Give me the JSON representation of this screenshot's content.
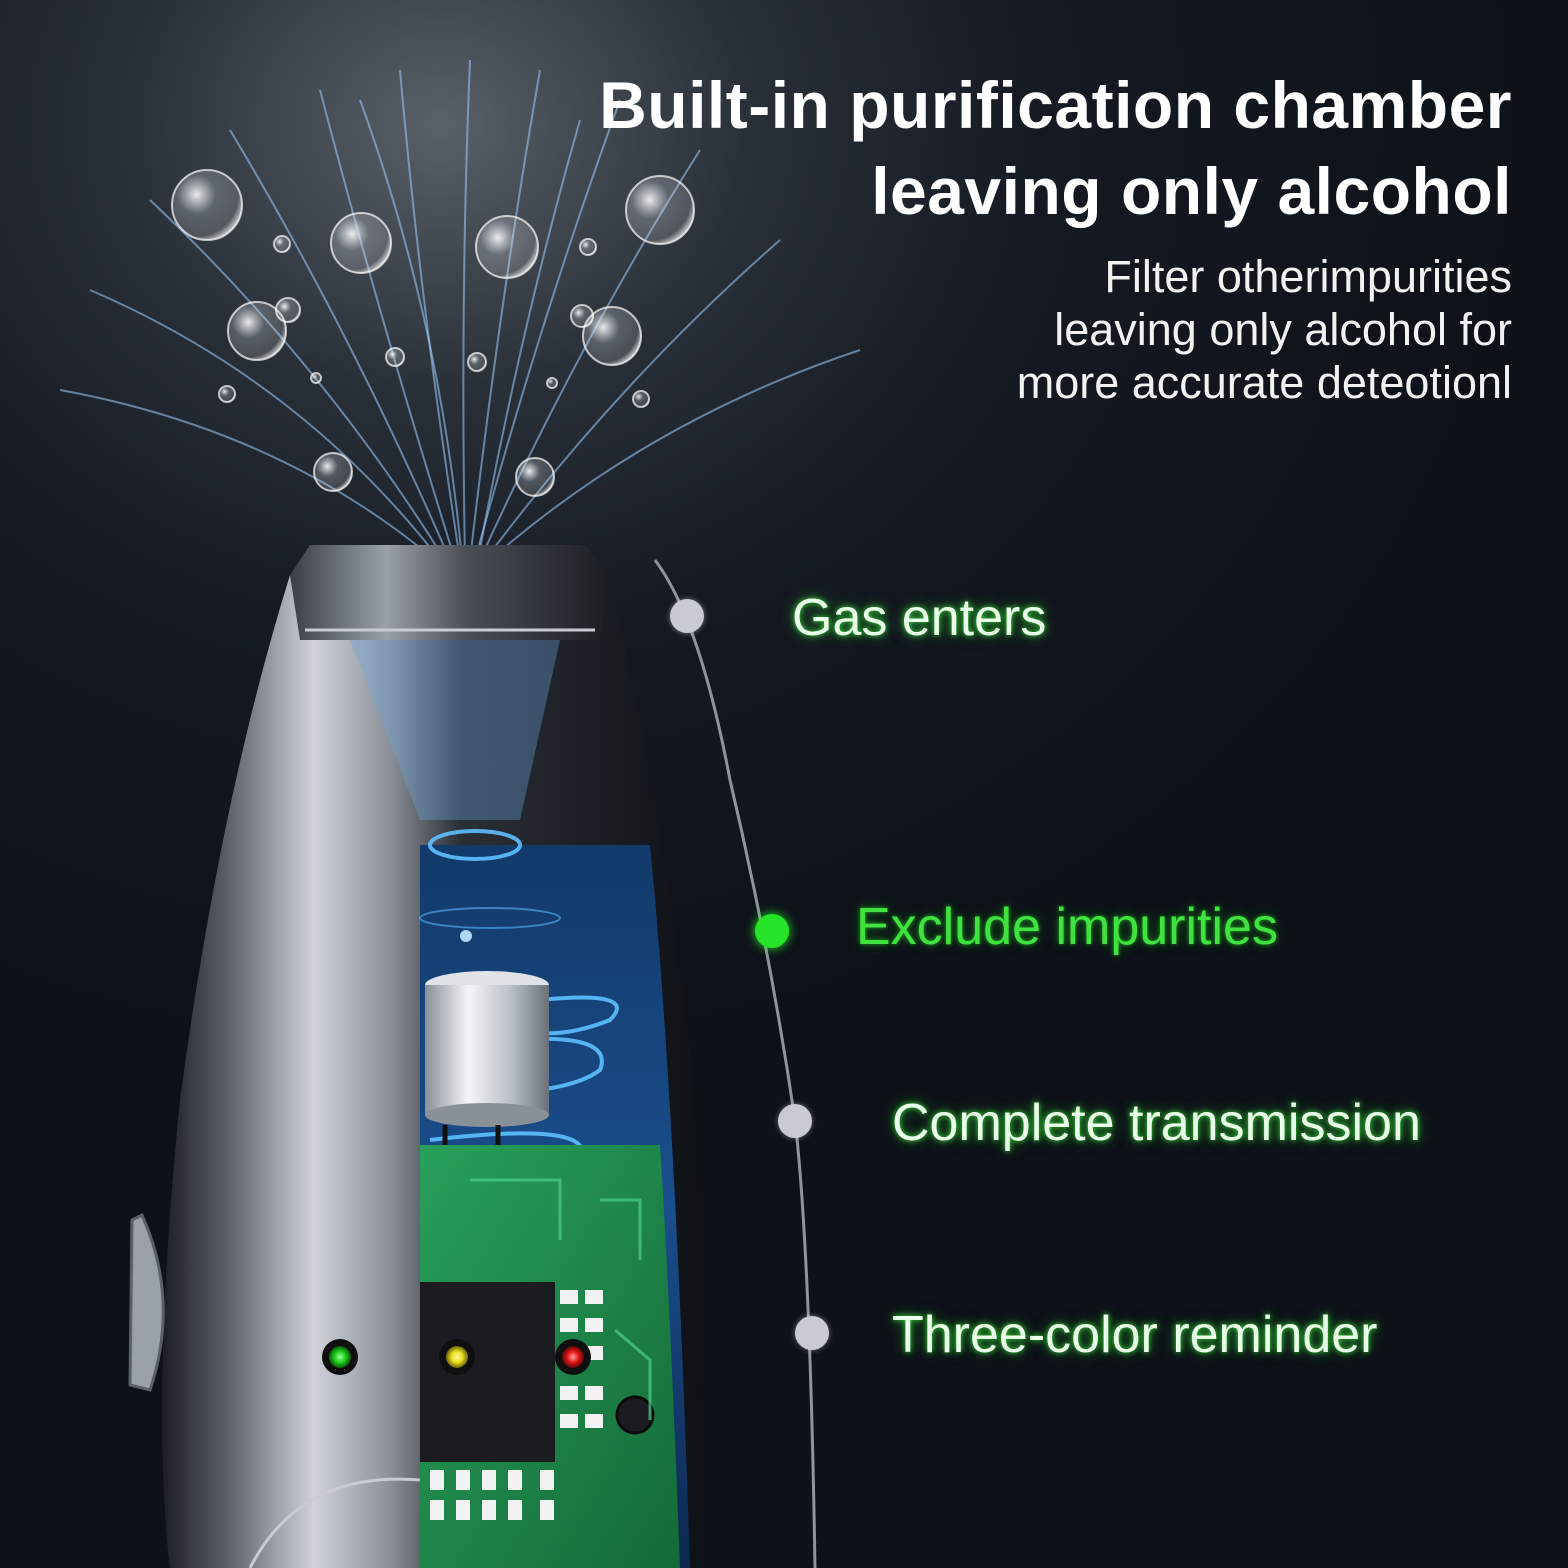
{
  "headline": {
    "line1": "Built-in purification chamber",
    "line2": "leaving only alcohol"
  },
  "subtext": {
    "line1": "Filter otherimpurities",
    "line2": "leaving only alcohol for",
    "line3": "more accurate deteotionl"
  },
  "steps": [
    {
      "label": "Gas enters",
      "active": false
    },
    {
      "label": "Exclude impurities",
      "active": true
    },
    {
      "label": "Complete transmission",
      "active": false
    },
    {
      "label": "Three-color reminder",
      "active": false
    }
  ],
  "colors": {
    "step_glow": "#3fe23f",
    "led_green": "#1fd11f",
    "led_yellow": "#e8e020",
    "led_red": "#e81818",
    "pcb": "#1f8a4a",
    "swirl": "#3aa8ff"
  },
  "icons": {
    "device": "breathalyzer-device-illustration",
    "bubbles": "bubble-icon",
    "timeline_dot": "timeline-dot-icon"
  }
}
